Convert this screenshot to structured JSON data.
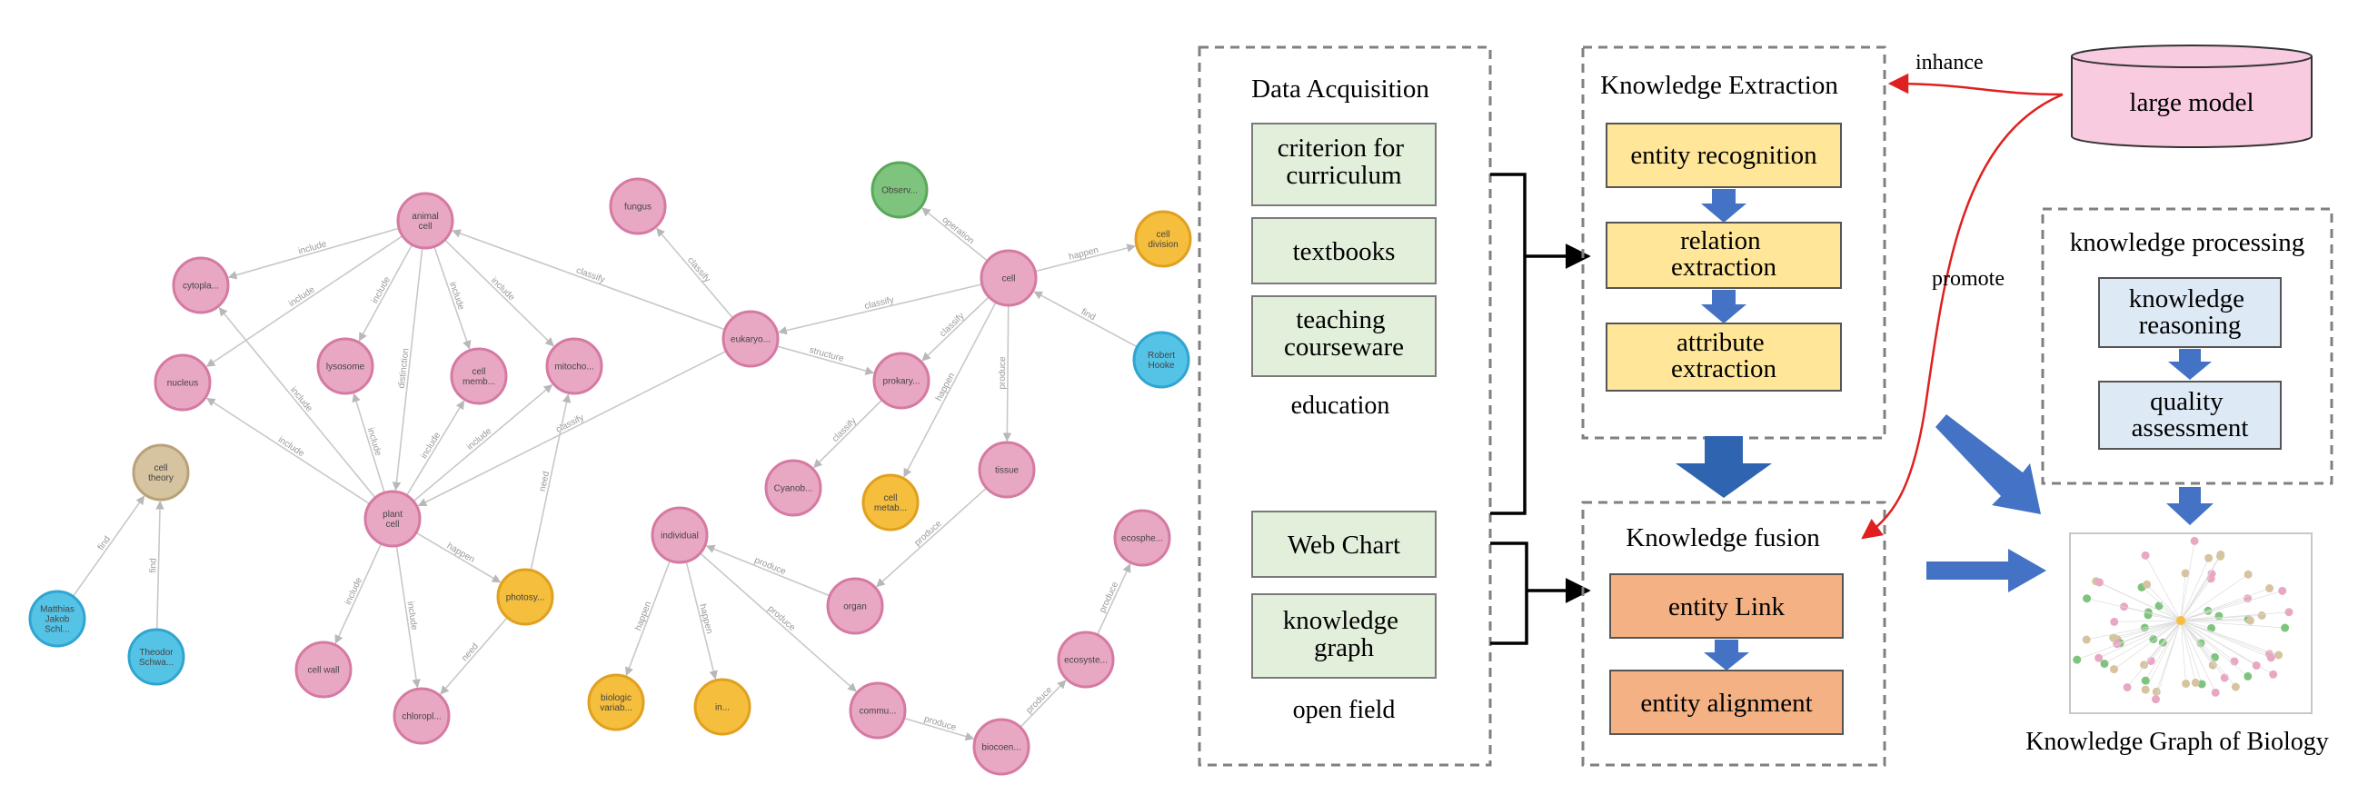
{
  "graph": {
    "nodes": [
      {
        "id": "animal",
        "label": "animal cell",
        "kind": "pink"
      },
      {
        "id": "cytopla",
        "label": "cytopla...",
        "kind": "pink"
      },
      {
        "id": "nucleus",
        "label": "nucleus",
        "kind": "pink"
      },
      {
        "id": "lysosome",
        "label": "lysosome",
        "kind": "pink"
      },
      {
        "id": "cellmem",
        "label": "cell memb...",
        "kind": "pink"
      },
      {
        "id": "mitocho",
        "label": "mitocho...",
        "kind": "pink"
      },
      {
        "id": "fungus",
        "label": "fungus",
        "kind": "pink"
      },
      {
        "id": "eukaryo",
        "label": "eukaryo...",
        "kind": "pink"
      },
      {
        "id": "observ",
        "label": "Observ...",
        "kind": "green"
      },
      {
        "id": "cell",
        "label": "cell",
        "kind": "pink"
      },
      {
        "id": "celldiv",
        "label": "cell division",
        "kind": "orange"
      },
      {
        "id": "hooke",
        "label": "Robert Hooke",
        "kind": "blue"
      },
      {
        "id": "prokary",
        "label": "prokary...",
        "kind": "pink"
      },
      {
        "id": "cyanob",
        "label": "Cyanob...",
        "kind": "pink"
      },
      {
        "id": "cellmetab",
        "label": "cell metab...",
        "kind": "orange"
      },
      {
        "id": "tissue",
        "label": "tissue",
        "kind": "pink"
      },
      {
        "id": "celltheory",
        "label": "cell theory",
        "kind": "tan"
      },
      {
        "id": "schleiden",
        "label": "Matthias Jakob Schl...",
        "kind": "blue"
      },
      {
        "id": "schwann",
        "label": "Theodor Schwa...",
        "kind": "blue"
      },
      {
        "id": "plantcell",
        "label": "plant cell",
        "kind": "pink"
      },
      {
        "id": "photosy",
        "label": "photosy...",
        "kind": "orange"
      },
      {
        "id": "cellwall",
        "label": "cell wall",
        "kind": "pink"
      },
      {
        "id": "chloro",
        "label": "chloropl...",
        "kind": "pink"
      },
      {
        "id": "individual",
        "label": "individual",
        "kind": "pink"
      },
      {
        "id": "biovar",
        "label": "biologic variab...",
        "kind": "orange"
      },
      {
        "id": "in",
        "label": "in...",
        "kind": "orange"
      },
      {
        "id": "organ",
        "label": "organ",
        "kind": "pink"
      },
      {
        "id": "commu",
        "label": "commu...",
        "kind": "pink"
      },
      {
        "id": "biocoen",
        "label": "biocoen...",
        "kind": "pink"
      },
      {
        "id": "ecosyste",
        "label": "ecosyste...",
        "kind": "pink"
      },
      {
        "id": "ecosphe",
        "label": "ecosphe...",
        "kind": "pink"
      }
    ],
    "edges": [
      {
        "from": "animal",
        "to": "cytopla",
        "label": "include"
      },
      {
        "from": "animal",
        "to": "nucleus",
        "label": "include"
      },
      {
        "from": "animal",
        "to": "lysosome",
        "label": "include"
      },
      {
        "from": "animal",
        "to": "cellmem",
        "label": "include"
      },
      {
        "from": "animal",
        "to": "mitocho",
        "label": "include"
      },
      {
        "from": "animal",
        "to": "plantcell",
        "label": "distinction"
      },
      {
        "from": "eukaryo",
        "to": "animal",
        "label": "classify"
      },
      {
        "from": "eukaryo",
        "to": "fungus",
        "label": "classify"
      },
      {
        "from": "eukaryo",
        "to": "plantcell",
        "label": "classify"
      },
      {
        "from": "eukaryo",
        "to": "prokary",
        "label": "structure"
      },
      {
        "from": "cell",
        "to": "eukaryo",
        "label": "classify"
      },
      {
        "from": "cell",
        "to": "observ",
        "label": "operation"
      },
      {
        "from": "cell",
        "to": "celldiv",
        "label": "happen"
      },
      {
        "from": "hooke",
        "to": "cell",
        "label": "find"
      },
      {
        "from": "cell",
        "to": "prokary",
        "label": "classify"
      },
      {
        "from": "cell",
        "to": "cellmetab",
        "label": "happen"
      },
      {
        "from": "cell",
        "to": "tissue",
        "label": "produce"
      },
      {
        "from": "prokary",
        "to": "cyanob",
        "label": "classify"
      },
      {
        "from": "plantcell",
        "to": "cytopla",
        "label": "include"
      },
      {
        "from": "plantcell",
        "to": "nucleus",
        "label": "include"
      },
      {
        "from": "plantcell",
        "to": "lysosome",
        "label": "include"
      },
      {
        "from": "plantcell",
        "to": "cellmem",
        "label": "include"
      },
      {
        "from": "plantcell",
        "to": "mitocho",
        "label": "include"
      },
      {
        "from": "plantcell",
        "to": "cellwall",
        "label": "include"
      },
      {
        "from": "plantcell",
        "to": "chloro",
        "label": "include"
      },
      {
        "from": "plantcell",
        "to": "photosy",
        "label": "happen"
      },
      {
        "from": "photosy",
        "to": "mitocho",
        "label": "need"
      },
      {
        "from": "photosy",
        "to": "chloro",
        "label": "need"
      },
      {
        "from": "schleiden",
        "to": "celltheory",
        "label": "find"
      },
      {
        "from": "schwann",
        "to": "celltheory",
        "label": "find"
      },
      {
        "from": "tissue",
        "to": "organ",
        "label": "produce"
      },
      {
        "from": "organ",
        "to": "individual",
        "label": "produce"
      },
      {
        "from": "individual",
        "to": "biovar",
        "label": "happen"
      },
      {
        "from": "individual",
        "to": "in",
        "label": "happen"
      },
      {
        "from": "individual",
        "to": "commu",
        "label": "produce"
      },
      {
        "from": "commu",
        "to": "biocoen",
        "label": "produce"
      },
      {
        "from": "biocoen",
        "to": "ecosyste",
        "label": "produce"
      },
      {
        "from": "ecosyste",
        "to": "ecosphe",
        "label": "produce"
      }
    ],
    "colors": {
      "pink": "#e8a8c4",
      "pink_stroke": "#d57aa2",
      "orange": "#f5be3c",
      "orange_stroke": "#e0a020",
      "blue": "#55c3e6",
      "blue_stroke": "#2fa5cf",
      "green": "#7fc47e",
      "green_stroke": "#5aa85a",
      "tan": "#d6c3a0",
      "tan_stroke": "#b8a27a",
      "edge": "#c8c8c8"
    }
  },
  "pipeline": {
    "data_acquisition": {
      "title": "Data Acquisition",
      "education_items": [
        "criterion for curriculum",
        "textbooks",
        "teaching courseware"
      ],
      "education_label": "education",
      "open_items": [
        "Web Chart",
        "knowledge graph"
      ],
      "open_label": "open field"
    },
    "extraction": {
      "title": "Knowledge Extraction",
      "steps": [
        "entity recognition",
        "relation extraction",
        "attribute extraction"
      ]
    },
    "fusion": {
      "title": "Knowledge fusion",
      "steps": [
        "entity Link",
        "entity alignment"
      ]
    },
    "large_model": "large model",
    "inhance_label": "inhance",
    "promote_label": "promote",
    "processing": {
      "title": "knowledge processing",
      "steps": [
        "knowledge reasoning",
        "quality assessment"
      ]
    },
    "output_caption": "Knowledge Graph of Biology",
    "colors": {
      "green_fill": "#e2efda",
      "green_stroke": "#7a7a7a",
      "yellow_fill": "#ffe699",
      "orange_fill": "#f4b183",
      "blue_fill": "#dde9f5",
      "pink_fill": "#f8cbe0",
      "arrow_blue": "#4472c4",
      "red": "#e02020",
      "dash": "#808080"
    }
  }
}
